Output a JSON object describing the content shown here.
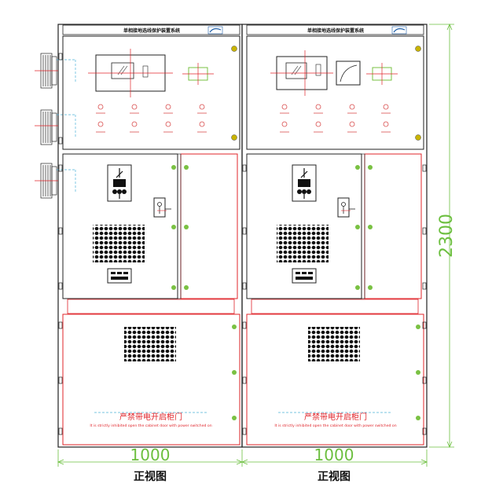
{
  "panels": [
    {
      "title": "单相接地选线保护装置系统",
      "warning_cn": "严禁带电开启柜门",
      "warning_en": "It is strictly inhibited open the cabinet door with power switched on",
      "width_label": "1000",
      "view_label": "正视图"
    },
    {
      "title": "单相接地选线保护装置系统",
      "warning_cn": "严禁带电开启柜门",
      "warning_en": "It is strictly inhibited open the cabinet door with power switched on",
      "width_label": "1000",
      "view_label": "正视图"
    }
  ],
  "height_label": "2300",
  "colors": {
    "outline": "#222222",
    "red": "#e0242a",
    "green": "#7ac143",
    "dim": "#6cbf3f",
    "cyan": "#4fb3d9",
    "knob": "#d94c4c"
  }
}
